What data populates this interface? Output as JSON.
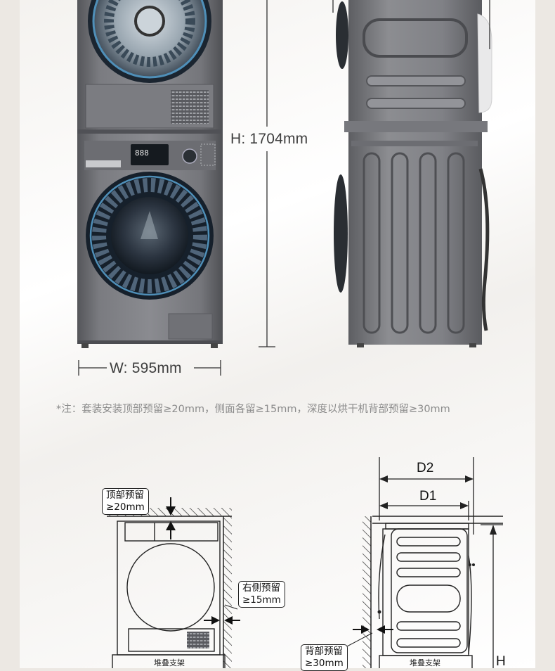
{
  "dimensions": {
    "height_label": "H: 1704mm",
    "width_label": "W: 595mm"
  },
  "note": "*注：套装安装顶部预留≥20mm，侧面各留≥15mm，深度以烘干机背部预留≥30mm",
  "front_diagram": {
    "top_clearance": {
      "line1": "顶部预留",
      "line2": "≥20mm"
    },
    "side_clearance": {
      "line1": "右侧预留",
      "line2": "≥15mm"
    },
    "stand_label": "堆叠支架"
  },
  "side_diagram": {
    "d2_label": "D2",
    "d1_label": "D1",
    "back_clearance": {
      "line1": "背部预留",
      "line2": "≥30mm"
    },
    "stand_label": "堆叠支架",
    "h_label": "H"
  },
  "display_readout": "888",
  "colors": {
    "appliance_body": "#6f6f73",
    "door_ring": "#1d2c3a",
    "door_accent": "#4f8fb8",
    "panel_bg": "#ffffff"
  }
}
